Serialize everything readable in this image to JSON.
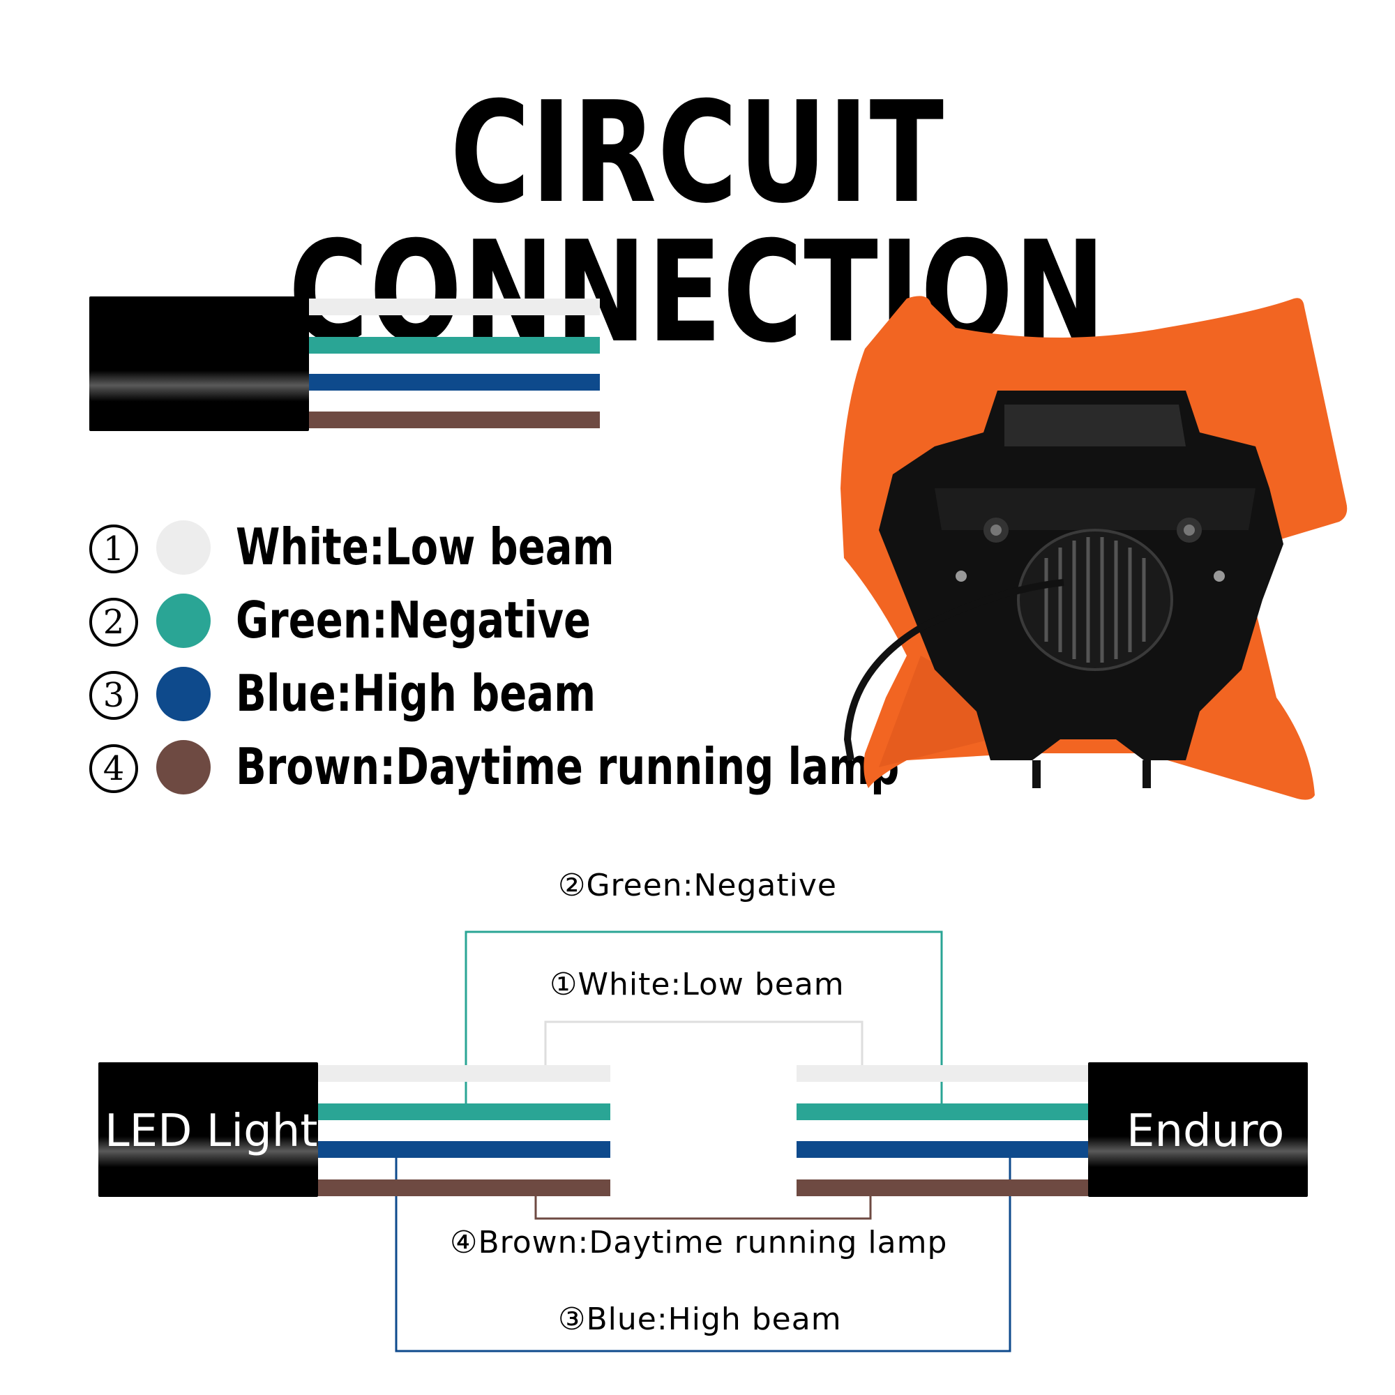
{
  "title": "CIRCUIT CONNECTION",
  "colors": {
    "white": "#ededed",
    "green": "#2aa595",
    "blue": "#0e4a8c",
    "brown": "#6e4a42",
    "orange": "#f26522",
    "black": "#000000"
  },
  "legend": [
    {
      "number": "1",
      "color": "#ededed",
      "label": "White:Low beam"
    },
    {
      "number": "2",
      "color": "#2aa595",
      "label": "Green:Negative"
    },
    {
      "number": "3",
      "color": "#0e4a8c",
      "label": "Blue:High beam"
    },
    {
      "number": "4",
      "color": "#6e4a42",
      "label": "Brown:Daytime running lamp"
    }
  ],
  "diagram": {
    "left_box": "LED Light",
    "right_box": "Enduro",
    "labels": {
      "green": "②Green:Negative",
      "white": "①White:Low beam",
      "brown": "④Brown:Daytime running lamp",
      "blue": "③Blue:High beam"
    }
  }
}
